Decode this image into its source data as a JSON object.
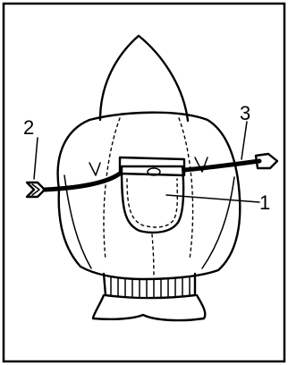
{
  "labels": {
    "pocket": "1",
    "left_end": "2",
    "rope": "3"
  },
  "colors": {
    "ink": "#000000",
    "background": "#ffffff"
  }
}
